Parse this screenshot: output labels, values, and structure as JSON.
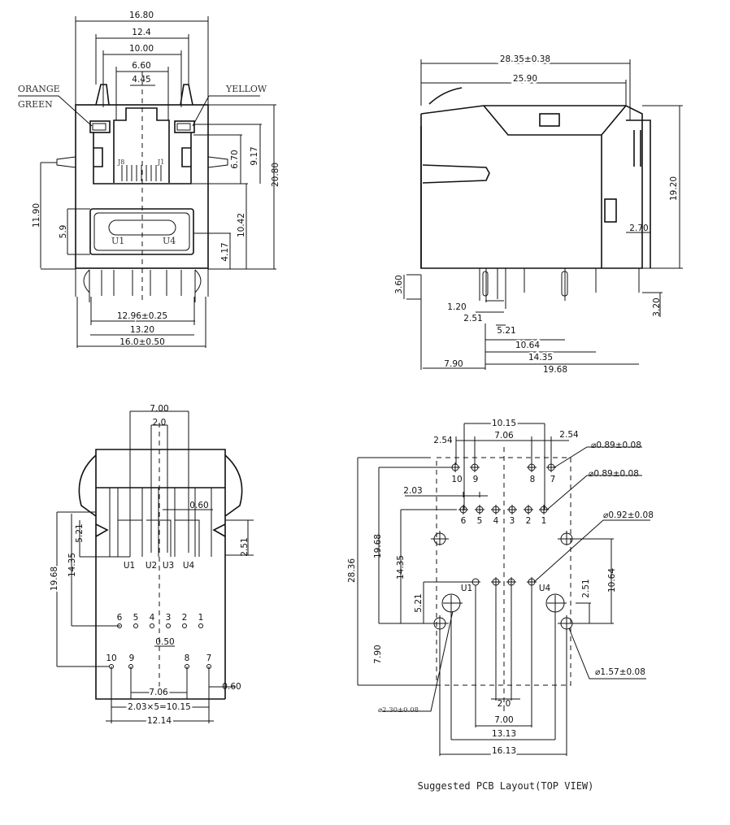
{
  "front_view": {
    "dims": [
      "16.80",
      "12.4",
      "10.00",
      "6.60",
      "4.45",
      "6.70",
      "9.17",
      "20.80",
      "10.42",
      "4.17",
      "11.90",
      "5.9",
      "12.96±0.25",
      "13.20",
      "16.0±0.50"
    ],
    "leds": {
      "left_top": "ORANGE",
      "left_bottom": "GREEN",
      "right": "YELLOW"
    },
    "pin_labels": [
      "J8",
      "J1",
      "U1",
      "U4"
    ]
  },
  "side_view": {
    "dims": [
      "28.35±0.38",
      "25.90",
      "19.20",
      "2.70",
      "3.60",
      "3.20",
      "1.20",
      "2.51",
      "5.21",
      "10.64",
      "14.35",
      "7.90",
      "19.68"
    ]
  },
  "bottom_view": {
    "dims": [
      "7.00",
      "2.0",
      "0.60",
      "5.21",
      "2.51",
      "14.35",
      "19.68",
      "0.50",
      "7.06",
      "0.60",
      "2.03×5=10.15",
      "12.14"
    ],
    "usb_pins": [
      "U1",
      "U2",
      "U3",
      "U4"
    ],
    "rj_pins_row1": [
      "6",
      "5",
      "4",
      "3",
      "2",
      "1"
    ],
    "rj_pins_row2": [
      "10",
      "9",
      "8",
      "7"
    ]
  },
  "pcb_layout": {
    "dims": [
      "10.15",
      "2.54",
      "7.06",
      "2.54",
      "2.03",
      "28.36",
      "19.68",
      "14.35",
      "5.21",
      "2.51",
      "10.64",
      "7.90",
      "2.0",
      "7.00",
      "13.13",
      "16.13"
    ],
    "holes": [
      "⌀0.89±0.08",
      "⌀0.89±0.08",
      "⌀0.92±0.08",
      "⌀1.57±0.08",
      "⌀2.30±0.08"
    ],
    "pins_row_top": [
      "10",
      "9",
      "8",
      "7"
    ],
    "pins_row_mid": [
      "6",
      "5",
      "4",
      "3",
      "2",
      "1"
    ],
    "usb_labels": [
      "U1",
      "U4"
    ],
    "caption": "Suggested PCB Layout(TOP VIEW)"
  }
}
